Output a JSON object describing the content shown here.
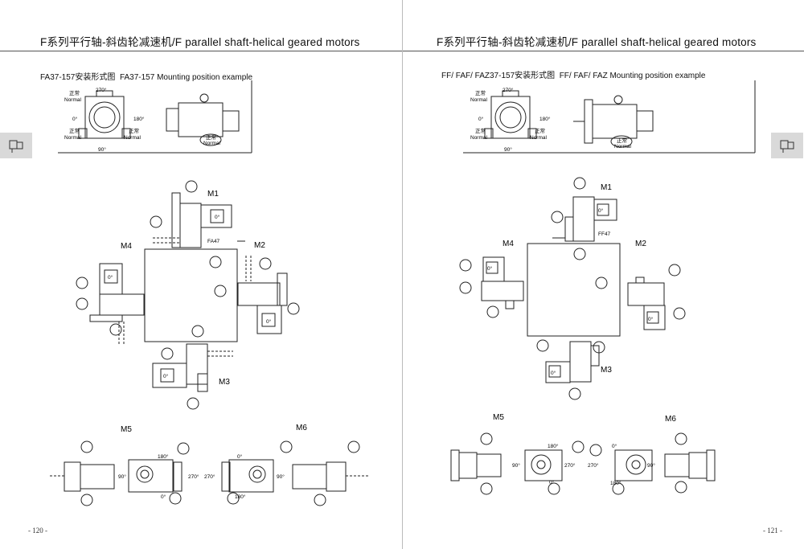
{
  "left": {
    "header": "F系列平行轴-斜齿轮减速机/F parallel shaft-helical geared motors",
    "section_title_cn": "FA37-157安装形式图",
    "section_title_en": "FA37-157 Mounting position example",
    "model_label": "FA47",
    "page_number": "- 120 -"
  },
  "right": {
    "header": "F系列平行轴-斜齿轮减速机/F parallel shaft-helical geared motors",
    "section_title_cn": "FF/ FAF/ FAZ37-157安装形式图",
    "section_title_en": "FF/ FAF/ FAZ Mounting position example",
    "model_label": "FF47",
    "page_number": "- 121 -"
  },
  "angles": {
    "a0": "0°",
    "a90": "90°",
    "a180": "180°",
    "a270": "270°"
  },
  "normal_cn": "正常",
  "normal_en": "Normal",
  "positions": {
    "m1": "M1",
    "m2": "M2",
    "m3": "M3",
    "m4": "M4",
    "m5": "M5",
    "m6": "M6"
  },
  "colors": {
    "line": "#222222",
    "tab": "#d9d9d9",
    "rule": "#555555"
  }
}
